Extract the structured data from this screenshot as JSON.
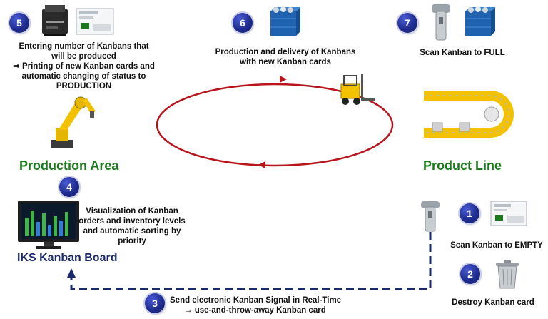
{
  "steps": [
    {
      "num": "1",
      "text": "Scan Kanban to EMPTY"
    },
    {
      "num": "2",
      "text": "Destroy Kanban card"
    },
    {
      "num": "3",
      "line1": "Send electronic Kanban Signal in Real-Time",
      "line2": "→ use-and-throw-away Kanban card"
    },
    {
      "num": "4",
      "line1": "Visualization of Kanban",
      "line2": "orders and inventory levels",
      "line3": "and automatic sorting by",
      "line4": "priority"
    },
    {
      "num": "5",
      "line1": "Entering number of Kanbans that",
      "line2": "will be produced",
      "line3": "⇒ Printing of new Kanban cards and",
      "line4": "automatic changing of status to",
      "line5": "PRODUCTION"
    },
    {
      "num": "6",
      "line1": "Production and delivery of Kanbans",
      "line2": "with new Kanban cards"
    },
    {
      "num": "7",
      "text": "Scan Kanban to FULL"
    }
  ],
  "labels": {
    "production_area": "Production Area",
    "product_line": "Product Line",
    "kanban_board": "IKS Kanban Board"
  },
  "colors": {
    "cycle_red": "#b8141c",
    "dashed_navy": "#1c2a6b",
    "area_green": "#1b7a1b",
    "badge_blue": "#1f2c8f"
  },
  "icons": [
    "printer-icon",
    "kanban-card-icon",
    "crate-icon",
    "barcode-scanner-icon",
    "robot-arm-icon",
    "forklift-icon",
    "conveyor-icon",
    "monitor-icon",
    "trash-can-icon"
  ]
}
